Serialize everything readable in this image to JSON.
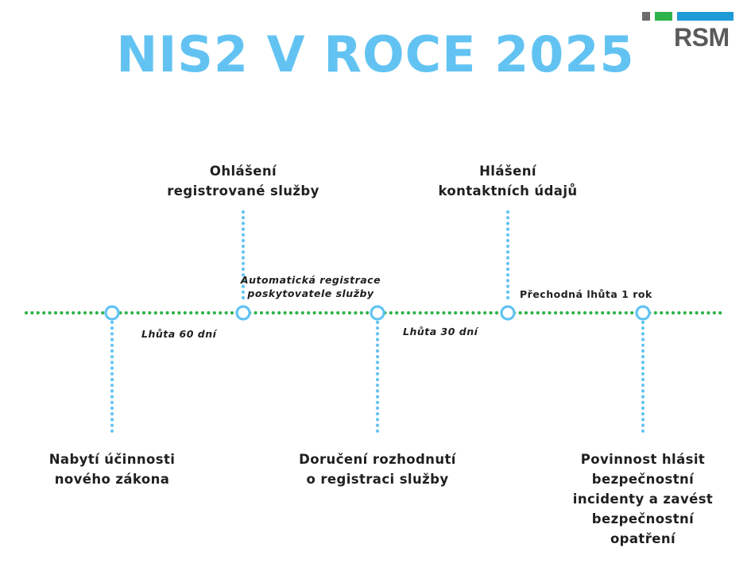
{
  "title": "NIS2 V ROCE 2025",
  "logo": {
    "text": "RSM"
  },
  "colors": {
    "title": "#62c3f2",
    "timeline_dots": "#2db34a",
    "connector_dots": "#62c3f2",
    "node": "#62c3f2"
  },
  "events": [
    {
      "position": "below",
      "label": [
        "Nabytí účinnosti",
        "nového zákona"
      ]
    },
    {
      "position": "above",
      "label": [
        "Ohlášení",
        "registrované služby"
      ]
    },
    {
      "position": "below",
      "label": [
        "Doručení rozhodnutí",
        "o registraci služby"
      ]
    },
    {
      "position": "above",
      "label": [
        "Hlášení",
        "kontaktních údajů"
      ]
    },
    {
      "position": "below",
      "label": [
        "Povinnost hlásit",
        "bezpečnostní",
        "incidenty a zavést",
        "bezpečnostní",
        "opatření"
      ]
    }
  ],
  "notes": {
    "deadline_60": "Lhůta 60 dní",
    "auto_registration": [
      "Automatická registrace",
      "poskytovatele služby"
    ],
    "deadline_30": "Lhůta 30 dní",
    "transition": "Přechodná lhůta 1 rok"
  }
}
